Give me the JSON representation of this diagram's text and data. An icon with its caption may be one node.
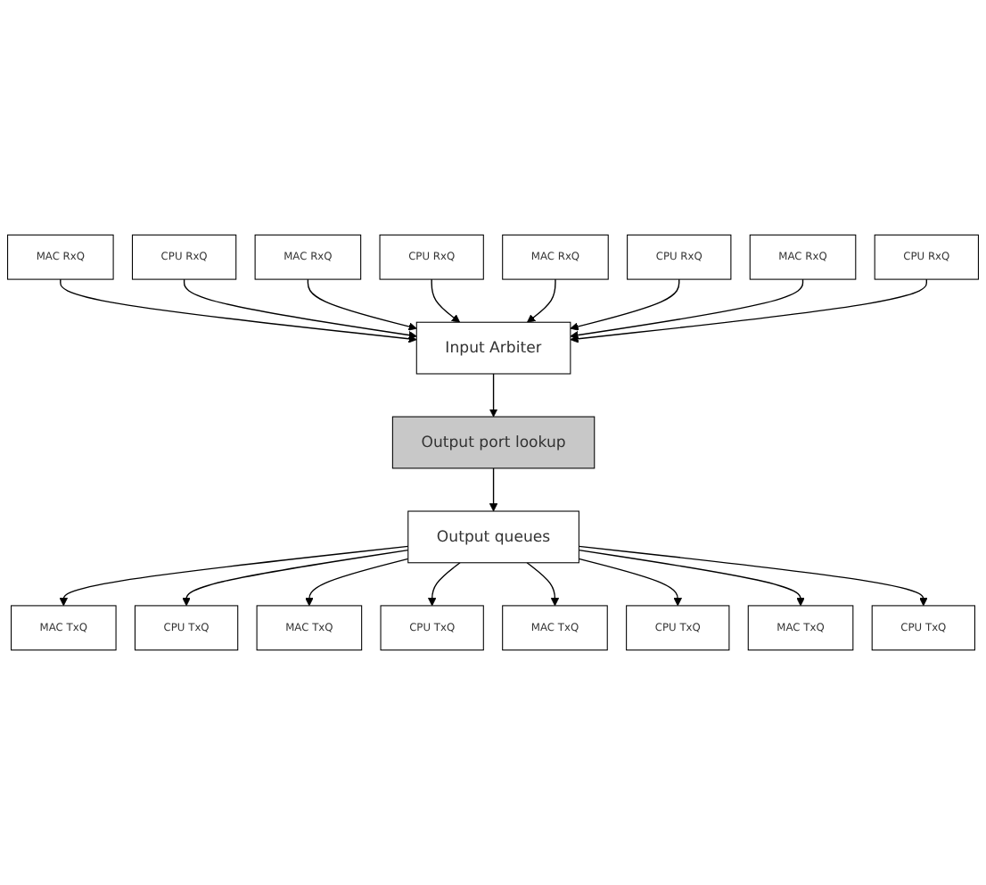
{
  "diagram": {
    "nodes": [
      {
        "text": [
          "MAC RxQ"
        ]
      },
      {
        "text": [
          "CPU RxQ"
        ]
      },
      {
        "text": [
          "MAC RxQ"
        ]
      },
      {
        "text": [
          "CPU RxQ"
        ]
      },
      {
        "text": [
          "MAC RxQ"
        ]
      },
      {
        "text": [
          "CPU RxQ"
        ]
      },
      {
        "text": [
          "MAC RxQ"
        ]
      },
      {
        "text": [
          "CPU RxQ"
        ]
      },
      {
        "text": [
          "Input Arbiter"
        ]
      },
      {
        "text": [
          "Output port lookup"
        ]
      },
      {
        "text": [
          "Output queues"
        ]
      },
      {
        "text": [
          "MAC TxQ"
        ]
      },
      {
        "text": [
          "CPU TxQ"
        ]
      },
      {
        "text": [
          "MAC TxQ"
        ]
      },
      {
        "text": [
          "CPU TxQ"
        ]
      },
      {
        "text": [
          "MAC TxQ"
        ]
      },
      {
        "text": [
          "CPU TxQ"
        ]
      },
      {
        "text": [
          "MAC TxQ"
        ]
      },
      {
        "text": [
          "CPU TxQ"
        ]
      }
    ],
    "edges": [
      {
        "from": 0,
        "to": 8,
        "arrow": "to"
      },
      {
        "from": 1,
        "to": 8,
        "arrow": "to"
      },
      {
        "from": 2,
        "to": 8,
        "arrow": "to"
      },
      {
        "from": 3,
        "to": 8,
        "arrow": "to"
      },
      {
        "from": 4,
        "to": 8,
        "arrow": "to"
      },
      {
        "from": 5,
        "to": 8,
        "arrow": "to"
      },
      {
        "from": 6,
        "to": 8,
        "arrow": "to"
      },
      {
        "from": 7,
        "to": 8,
        "arrow": "to"
      },
      {
        "from": 8,
        "to": 9,
        "arrow": "to"
      },
      {
        "from": 9,
        "to": 10,
        "arrow": "to"
      },
      {
        "from": 10,
        "to": 11,
        "arrow": "to"
      },
      {
        "from": 10,
        "to": 12,
        "arrow": "to"
      },
      {
        "from": 10,
        "to": 13,
        "arrow": "to"
      },
      {
        "from": 10,
        "to": 14,
        "arrow": "to"
      },
      {
        "from": 10,
        "to": 15,
        "arrow": "to"
      },
      {
        "from": 10,
        "to": 16,
        "arrow": "to"
      },
      {
        "from": 10,
        "to": 17,
        "arrow": "to"
      },
      {
        "from": 10,
        "to": 18,
        "arrow": "to"
      }
    ]
  }
}
